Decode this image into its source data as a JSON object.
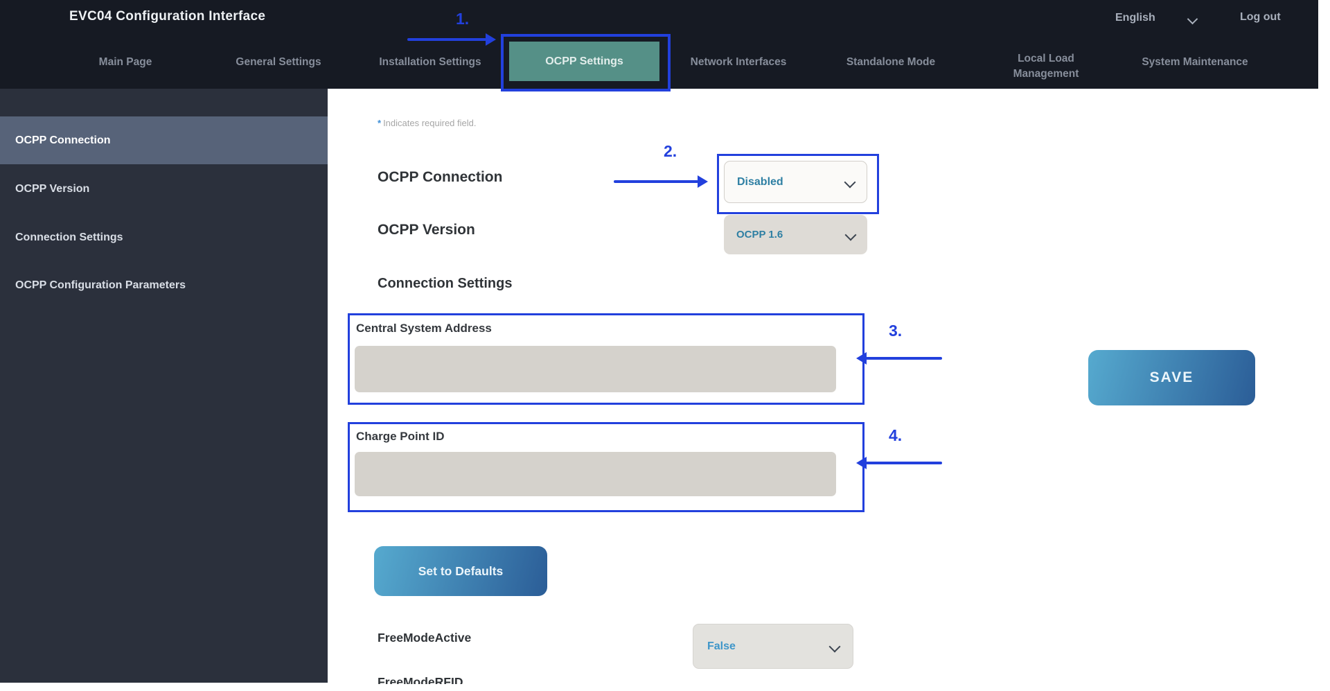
{
  "header": {
    "title": "EVC04 Configuration Interface",
    "language_selector": "English",
    "logout_label": "Log out",
    "tabs": [
      {
        "label": "Main Page",
        "active": false
      },
      {
        "label": "General Settings",
        "active": false
      },
      {
        "label": "Installation Settings",
        "active": false
      },
      {
        "label": "OCPP Settings",
        "active": true
      },
      {
        "label": "Network Interfaces",
        "active": false
      },
      {
        "label": "Standalone Mode",
        "active": false
      },
      {
        "label": "Local Load Management",
        "active": false
      },
      {
        "label": "System Maintenance",
        "active": false
      }
    ]
  },
  "sidebar": {
    "items": [
      {
        "label": "OCPP Connection",
        "active": true
      },
      {
        "label": "OCPP Version",
        "active": false
      },
      {
        "label": "Connection Settings",
        "active": false
      },
      {
        "label": "OCPP Configuration Parameters",
        "active": false
      }
    ]
  },
  "main": {
    "required_note_star": "*",
    "required_note_text": "Indicates required field.",
    "ocpp_connection": {
      "label": "OCPP Connection",
      "value": "Disabled"
    },
    "ocpp_version": {
      "label": "OCPP Version",
      "value": "OCPP 1.6"
    },
    "section_heading": "Connection Settings",
    "central_system_address": {
      "label": "Central System Address",
      "value": ""
    },
    "charge_point_id": {
      "label": "Charge Point ID",
      "value": ""
    },
    "free_mode_active": {
      "label": "FreeModeActive",
      "value": "False"
    },
    "partial_next_label": "FreeModeRFID",
    "set_to_defaults_label": "Set to Defaults",
    "save_label": "SAVE"
  },
  "annotations": {
    "step1": "1.",
    "step2": "2.",
    "step3": "3.",
    "step4": "4."
  },
  "colors": {
    "annotation_blue": "#2240dd",
    "active_tab_teal": "#559087",
    "dropdown_text_teal": "#2e7fa3",
    "header_bg": "#161a23",
    "sidebar_bg": "#2b303c",
    "sidebar_selected_bg": "#576379",
    "input_gray": "#d5d2cc",
    "button_gradient_start": "#56aacf",
    "button_gradient_end": "#2b5d97"
  }
}
